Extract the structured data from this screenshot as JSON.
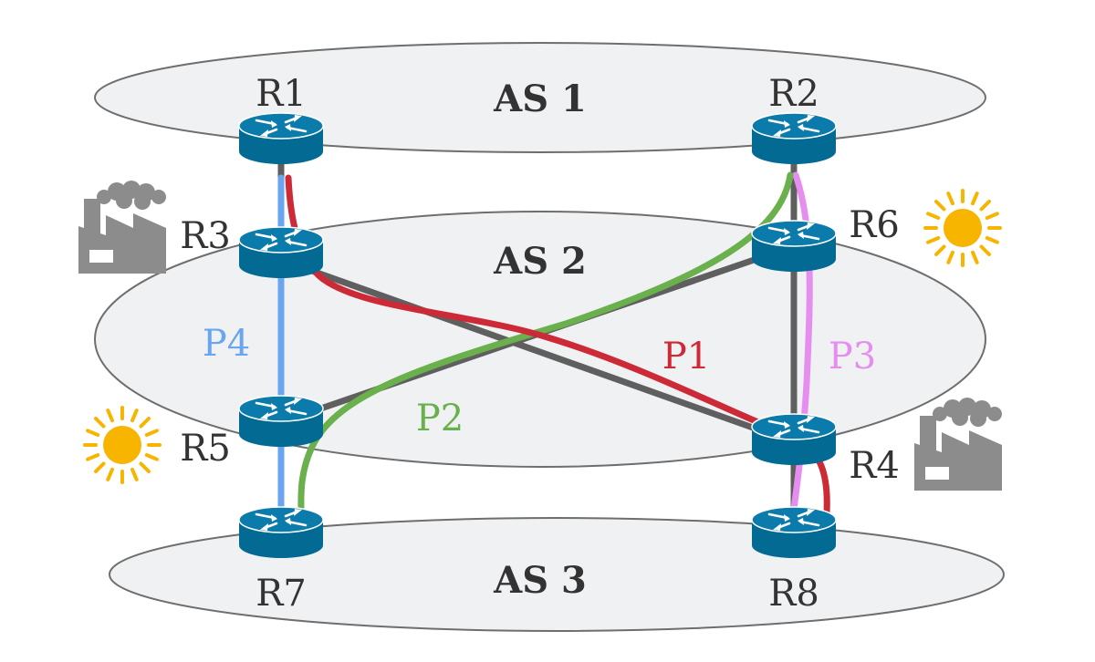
{
  "autonomous_systems": [
    {
      "id": "as1",
      "label": "AS 1"
    },
    {
      "id": "as2",
      "label": "AS 2"
    },
    {
      "id": "as3",
      "label": "AS 3"
    }
  ],
  "routers": [
    {
      "id": "r1",
      "label": "R1"
    },
    {
      "id": "r2",
      "label": "R2"
    },
    {
      "id": "r3",
      "label": "R3"
    },
    {
      "id": "r4",
      "label": "R4"
    },
    {
      "id": "r5",
      "label": "R5"
    },
    {
      "id": "r6",
      "label": "R6"
    },
    {
      "id": "r7",
      "label": "R7"
    },
    {
      "id": "r8",
      "label": "R8"
    }
  ],
  "links": [
    {
      "from": "R1",
      "to": "R3"
    },
    {
      "from": "R2",
      "to": "R6"
    },
    {
      "from": "R3",
      "to": "R5"
    },
    {
      "from": "R3",
      "to": "R4"
    },
    {
      "from": "R6",
      "to": "R5"
    },
    {
      "from": "R6",
      "to": "R4"
    },
    {
      "from": "R5",
      "to": "R7"
    },
    {
      "from": "R4",
      "to": "R8"
    }
  ],
  "paths": [
    {
      "id": "p1",
      "label": "P1",
      "color": "#cc2a36",
      "route": [
        "R1",
        "R3",
        "R4",
        "R8"
      ]
    },
    {
      "id": "p2",
      "label": "P2",
      "color": "#6ab04c",
      "route": [
        "R2",
        "R6",
        "R5",
        "R7"
      ]
    },
    {
      "id": "p3",
      "label": "P3",
      "color": "#e58ef0",
      "route": [
        "R2",
        "R6",
        "R4",
        "R8"
      ]
    },
    {
      "id": "p4",
      "label": "P4",
      "color": "#6aa6f0",
      "route": [
        "R1",
        "R3",
        "R5",
        "R7"
      ]
    }
  ],
  "energy_sources": [
    {
      "router": "R3",
      "icon": "factory-icon"
    },
    {
      "router": "R4",
      "icon": "factory-icon"
    },
    {
      "router": "R5",
      "icon": "sun-icon"
    },
    {
      "router": "R6",
      "icon": "sun-icon"
    }
  ],
  "colors": {
    "router": "#036a94",
    "link": "#5f5f5f",
    "as_fill": "#f0f1f2",
    "as_stroke": "#6e6e6e",
    "sun": "#f7b500",
    "factory": "#8c8c8c"
  }
}
